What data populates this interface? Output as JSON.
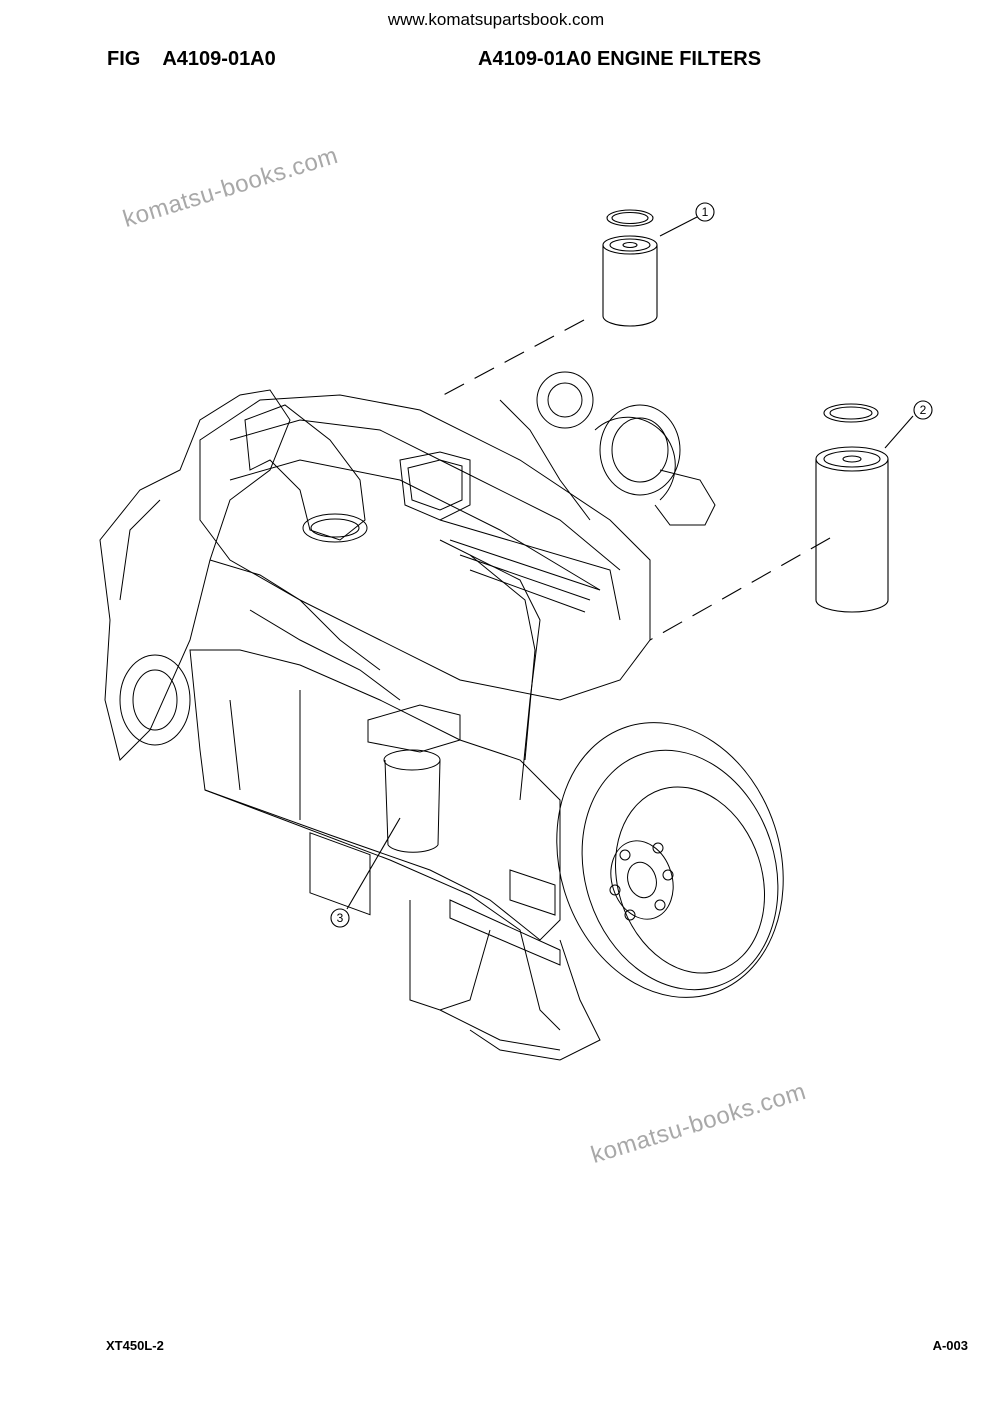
{
  "header": {
    "url": "www.komatsupartsbook.com",
    "fig_prefix": "FIG",
    "fig_code": "A4109-01A0",
    "title": "A4109-01A0 ENGINE FILTERS"
  },
  "watermarks": [
    "komatsu-books.com",
    "komatsu-books.com"
  ],
  "callouts": [
    "1",
    "2",
    "3"
  ],
  "footer": {
    "model": "XT450L-2",
    "page": "A-003"
  }
}
